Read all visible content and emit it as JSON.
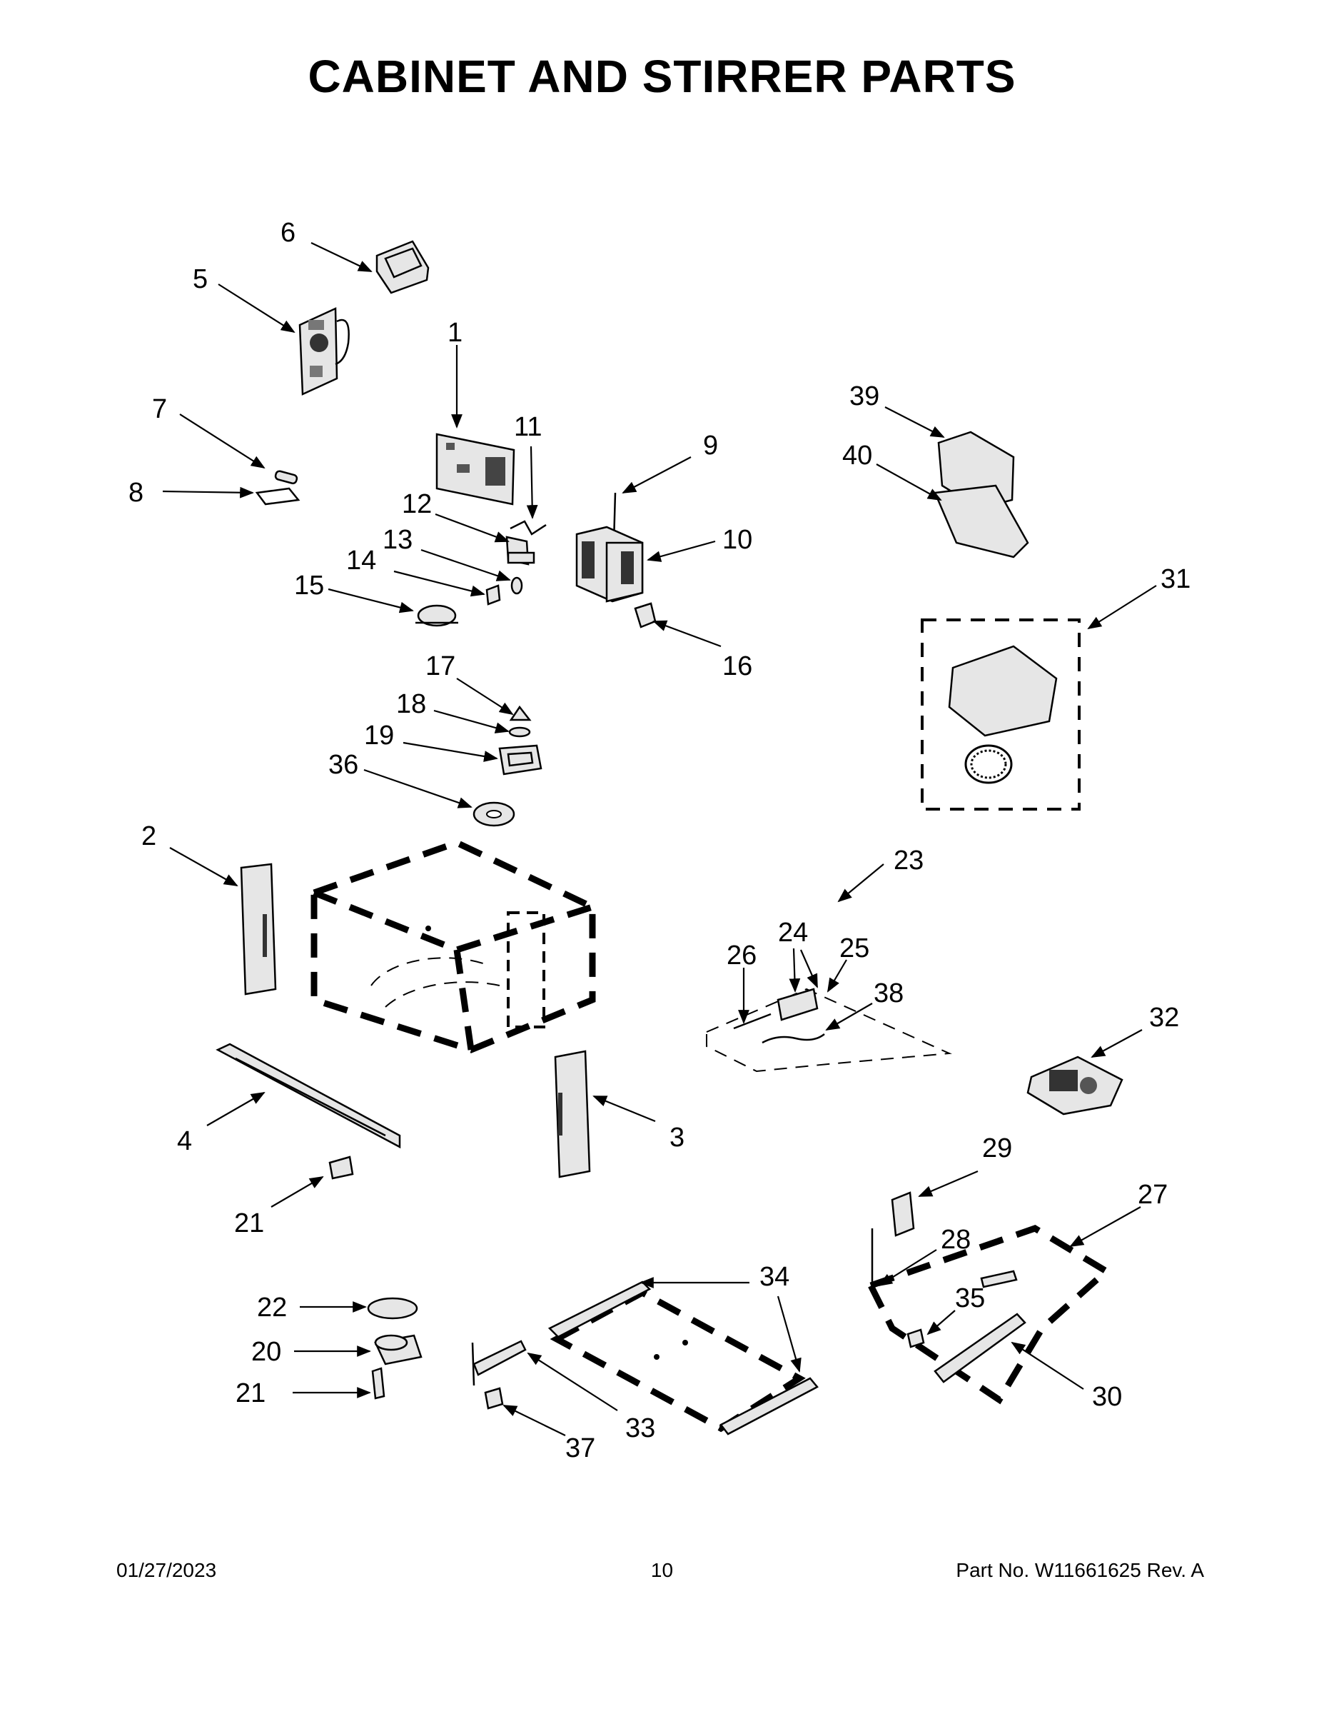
{
  "page": {
    "title": "CABINET AND STIRRER PARTS"
  },
  "callouts": [
    {
      "id": "1",
      "label": "1"
    },
    {
      "id": "2",
      "label": "2"
    },
    {
      "id": "3",
      "label": "3"
    },
    {
      "id": "4",
      "label": "4"
    },
    {
      "id": "5",
      "label": "5"
    },
    {
      "id": "6",
      "label": "6"
    },
    {
      "id": "7",
      "label": "7"
    },
    {
      "id": "8",
      "label": "8"
    },
    {
      "id": "9",
      "label": "9"
    },
    {
      "id": "10",
      "label": "10"
    },
    {
      "id": "11",
      "label": "11"
    },
    {
      "id": "12",
      "label": "12"
    },
    {
      "id": "13",
      "label": "13"
    },
    {
      "id": "14",
      "label": "14"
    },
    {
      "id": "15",
      "label": "15"
    },
    {
      "id": "16",
      "label": "16"
    },
    {
      "id": "17",
      "label": "17"
    },
    {
      "id": "18",
      "label": "18"
    },
    {
      "id": "19",
      "label": "19"
    },
    {
      "id": "20",
      "label": "20"
    },
    {
      "id": "21a",
      "label": "21"
    },
    {
      "id": "21b",
      "label": "21"
    },
    {
      "id": "22",
      "label": "22"
    },
    {
      "id": "23",
      "label": "23"
    },
    {
      "id": "24",
      "label": "24"
    },
    {
      "id": "25",
      "label": "25"
    },
    {
      "id": "26",
      "label": "26"
    },
    {
      "id": "27",
      "label": "27"
    },
    {
      "id": "28",
      "label": "28"
    },
    {
      "id": "29",
      "label": "29"
    },
    {
      "id": "30",
      "label": "30"
    },
    {
      "id": "31",
      "label": "31"
    },
    {
      "id": "32",
      "label": "32"
    },
    {
      "id": "33",
      "label": "33"
    },
    {
      "id": "34",
      "label": "34"
    },
    {
      "id": "35",
      "label": "35"
    },
    {
      "id": "36",
      "label": "36"
    },
    {
      "id": "37",
      "label": "37"
    },
    {
      "id": "38",
      "label": "38"
    },
    {
      "id": "39",
      "label": "39"
    },
    {
      "id": "40",
      "label": "40"
    }
  ],
  "footer": {
    "date": "01/27/2023",
    "page_number": "10",
    "part_number": "Part No.  W11661625  Rev.  A"
  }
}
